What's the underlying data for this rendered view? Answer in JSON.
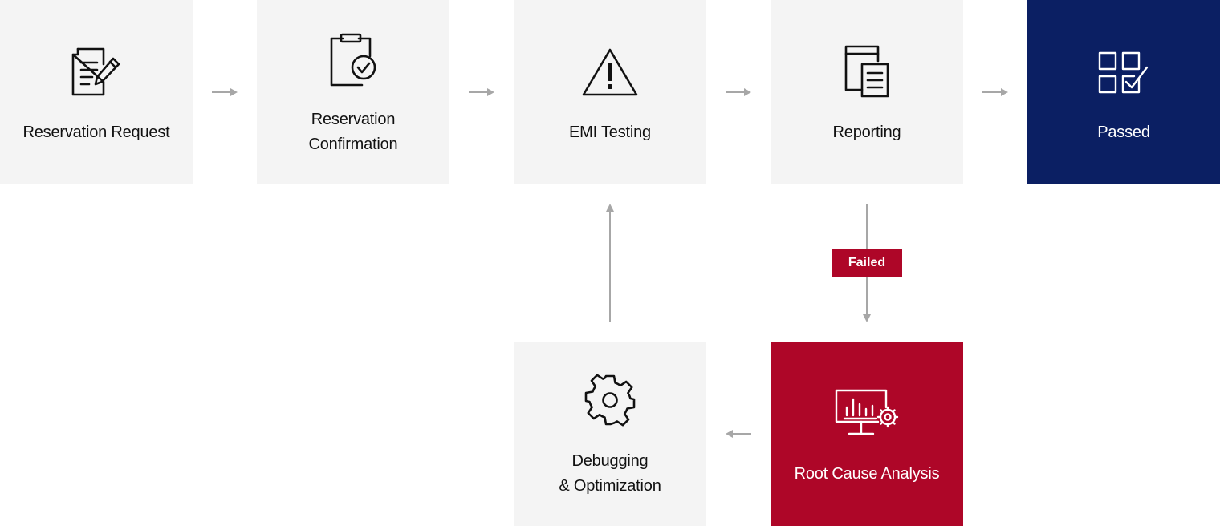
{
  "steps": {
    "reservation_request": {
      "label": "Reservation Request",
      "icon": "document-pen-icon"
    },
    "reservation_confirmation": {
      "label": "Reservation\nConfirmation",
      "icon": "clipboard-check-icon"
    },
    "emi_testing": {
      "label": "EMI Testing",
      "icon": "warning-triangle-icon"
    },
    "reporting": {
      "label": "Reporting",
      "icon": "report-documents-icon"
    },
    "passed": {
      "label": "Passed",
      "icon": "checklist-grid-icon"
    },
    "root_cause_analysis": {
      "label": "Root Cause Analysis",
      "icon": "monitor-chart-gear-icon"
    },
    "debugging_optimization": {
      "label": "Debugging\n& Optimization",
      "icon": "gear-icon"
    }
  },
  "failed_badge": {
    "label": "Failed"
  },
  "colors": {
    "box_background": "#f4f4f4",
    "passed_background": "#0b1f63",
    "failure_background": "#ae0628",
    "arrow": "#a7a7a7",
    "text": "#111111"
  }
}
